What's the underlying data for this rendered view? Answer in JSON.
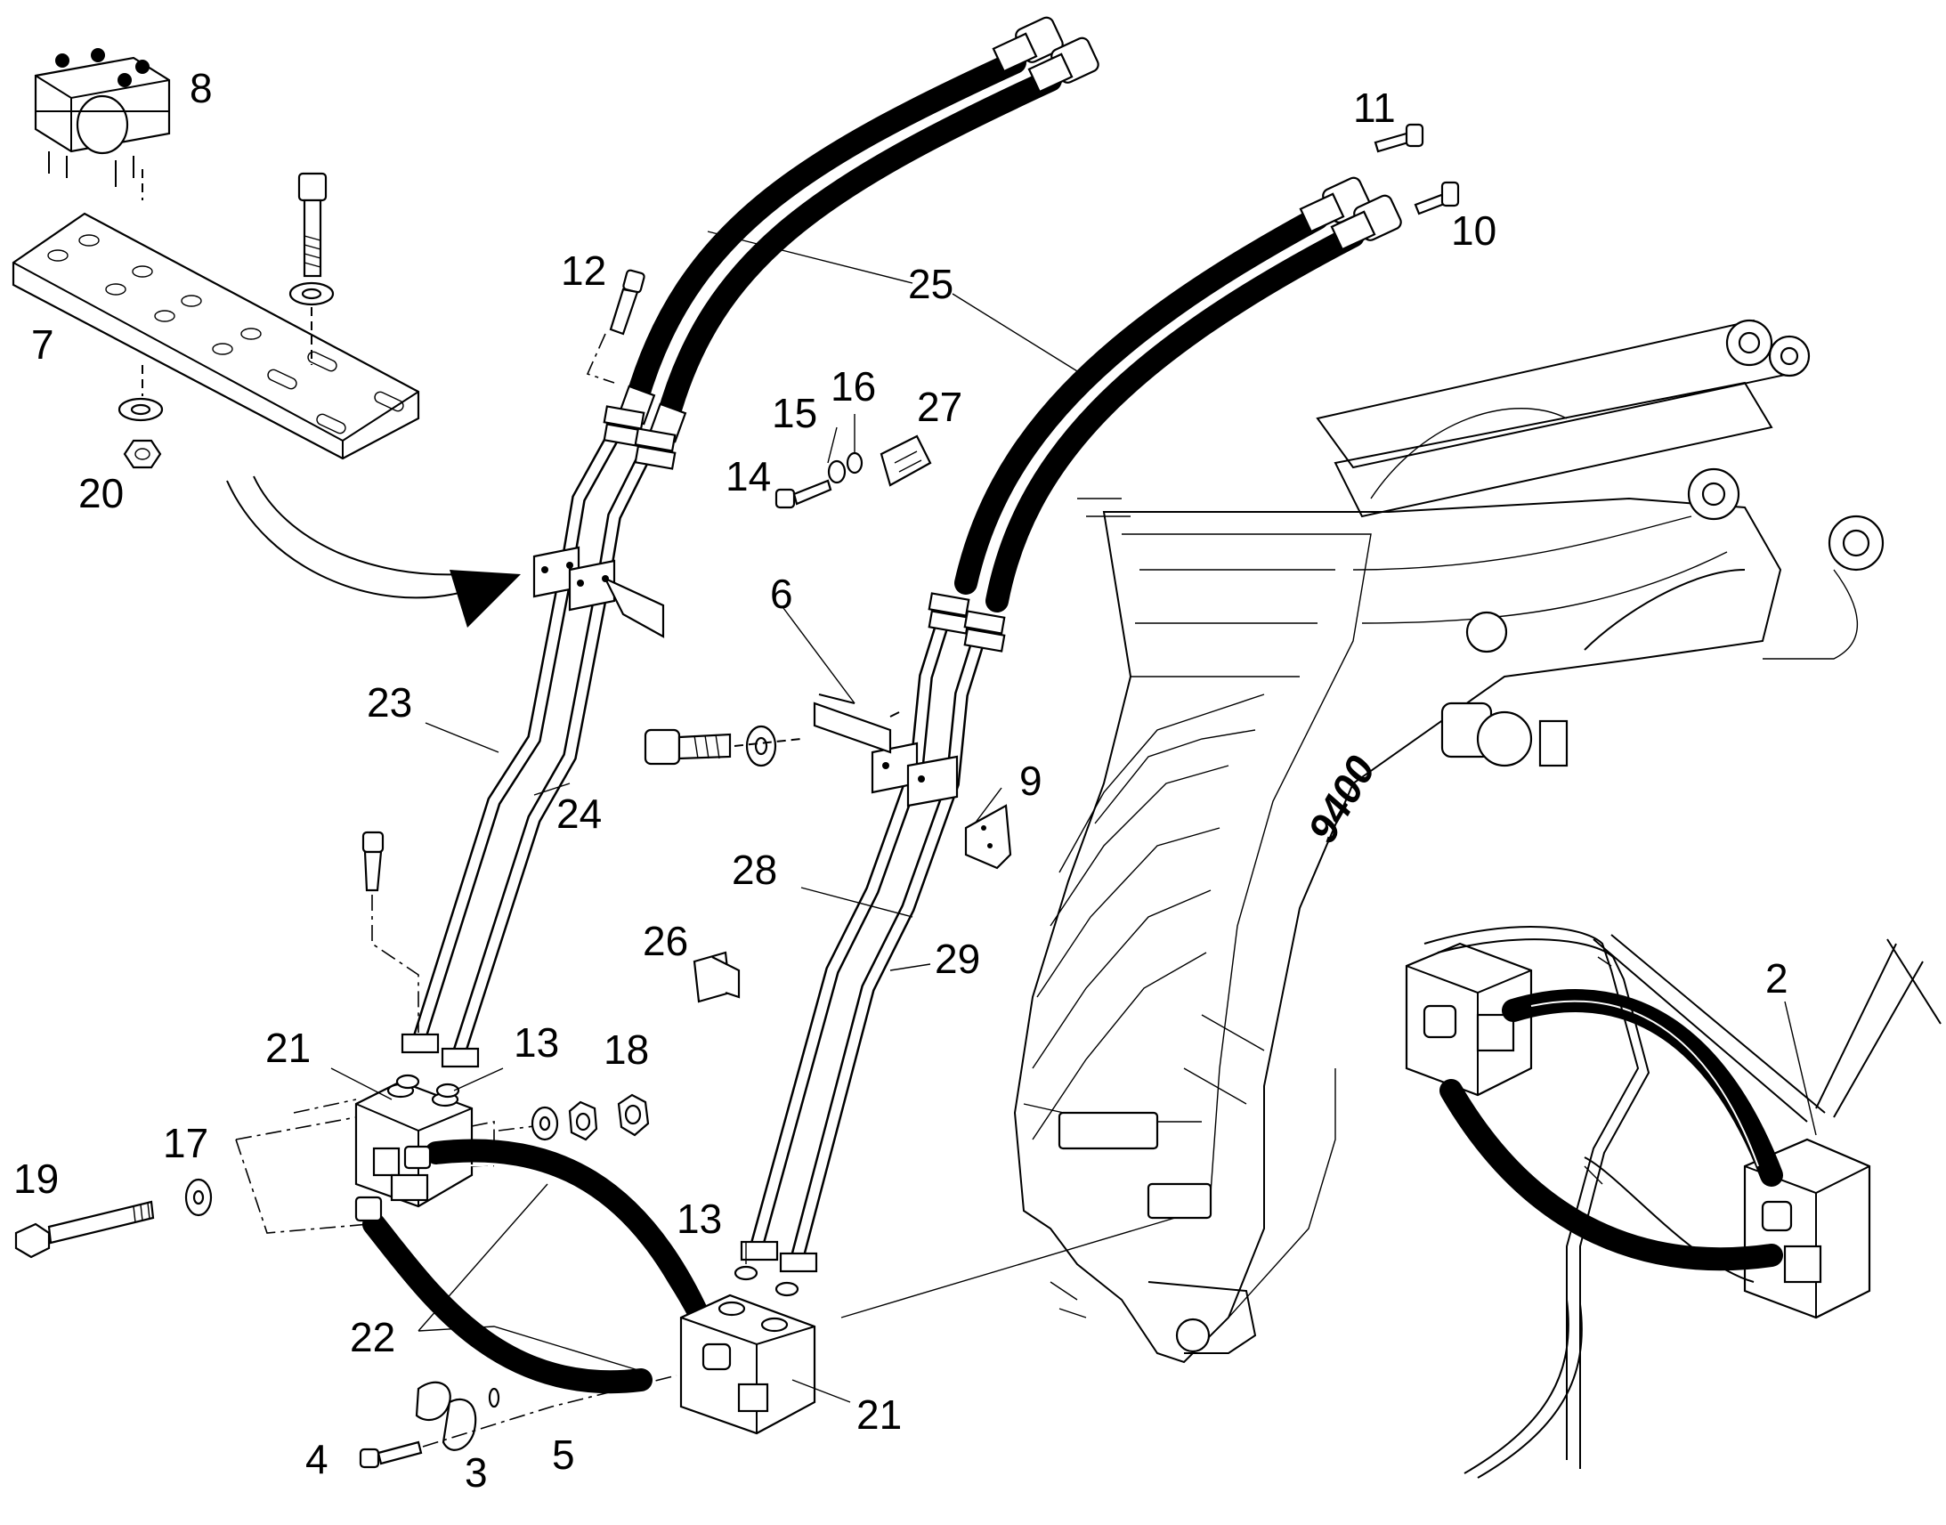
{
  "callouts": [
    {
      "id": "c8",
      "text": "8"
    },
    {
      "id": "c7",
      "text": "7"
    },
    {
      "id": "c20",
      "text": "20"
    },
    {
      "id": "c12",
      "text": "12"
    },
    {
      "id": "c25",
      "text": "25"
    },
    {
      "id": "c11",
      "text": "11"
    },
    {
      "id": "c10",
      "text": "10"
    },
    {
      "id": "c15",
      "text": "15"
    },
    {
      "id": "c16",
      "text": "16"
    },
    {
      "id": "c27",
      "text": "27"
    },
    {
      "id": "c14",
      "text": "14"
    },
    {
      "id": "c6",
      "text": "6"
    },
    {
      "id": "c23",
      "text": "23"
    },
    {
      "id": "c24",
      "text": "24"
    },
    {
      "id": "c9",
      "text": "9"
    },
    {
      "id": "c28",
      "text": "28"
    },
    {
      "id": "c26",
      "text": "26"
    },
    {
      "id": "c29",
      "text": "29"
    },
    {
      "id": "c21a",
      "text": "21"
    },
    {
      "id": "c13a",
      "text": "13"
    },
    {
      "id": "c18",
      "text": "18"
    },
    {
      "id": "c17",
      "text": "17"
    },
    {
      "id": "c19",
      "text": "19"
    },
    {
      "id": "c13b",
      "text": "13"
    },
    {
      "id": "c22",
      "text": "22"
    },
    {
      "id": "c21b",
      "text": "21"
    },
    {
      "id": "c4",
      "text": "4"
    },
    {
      "id": "c3",
      "text": "3"
    },
    {
      "id": "c5",
      "text": "5"
    },
    {
      "id": "c2",
      "text": "2"
    }
  ],
  "boom_lettering": "9400"
}
